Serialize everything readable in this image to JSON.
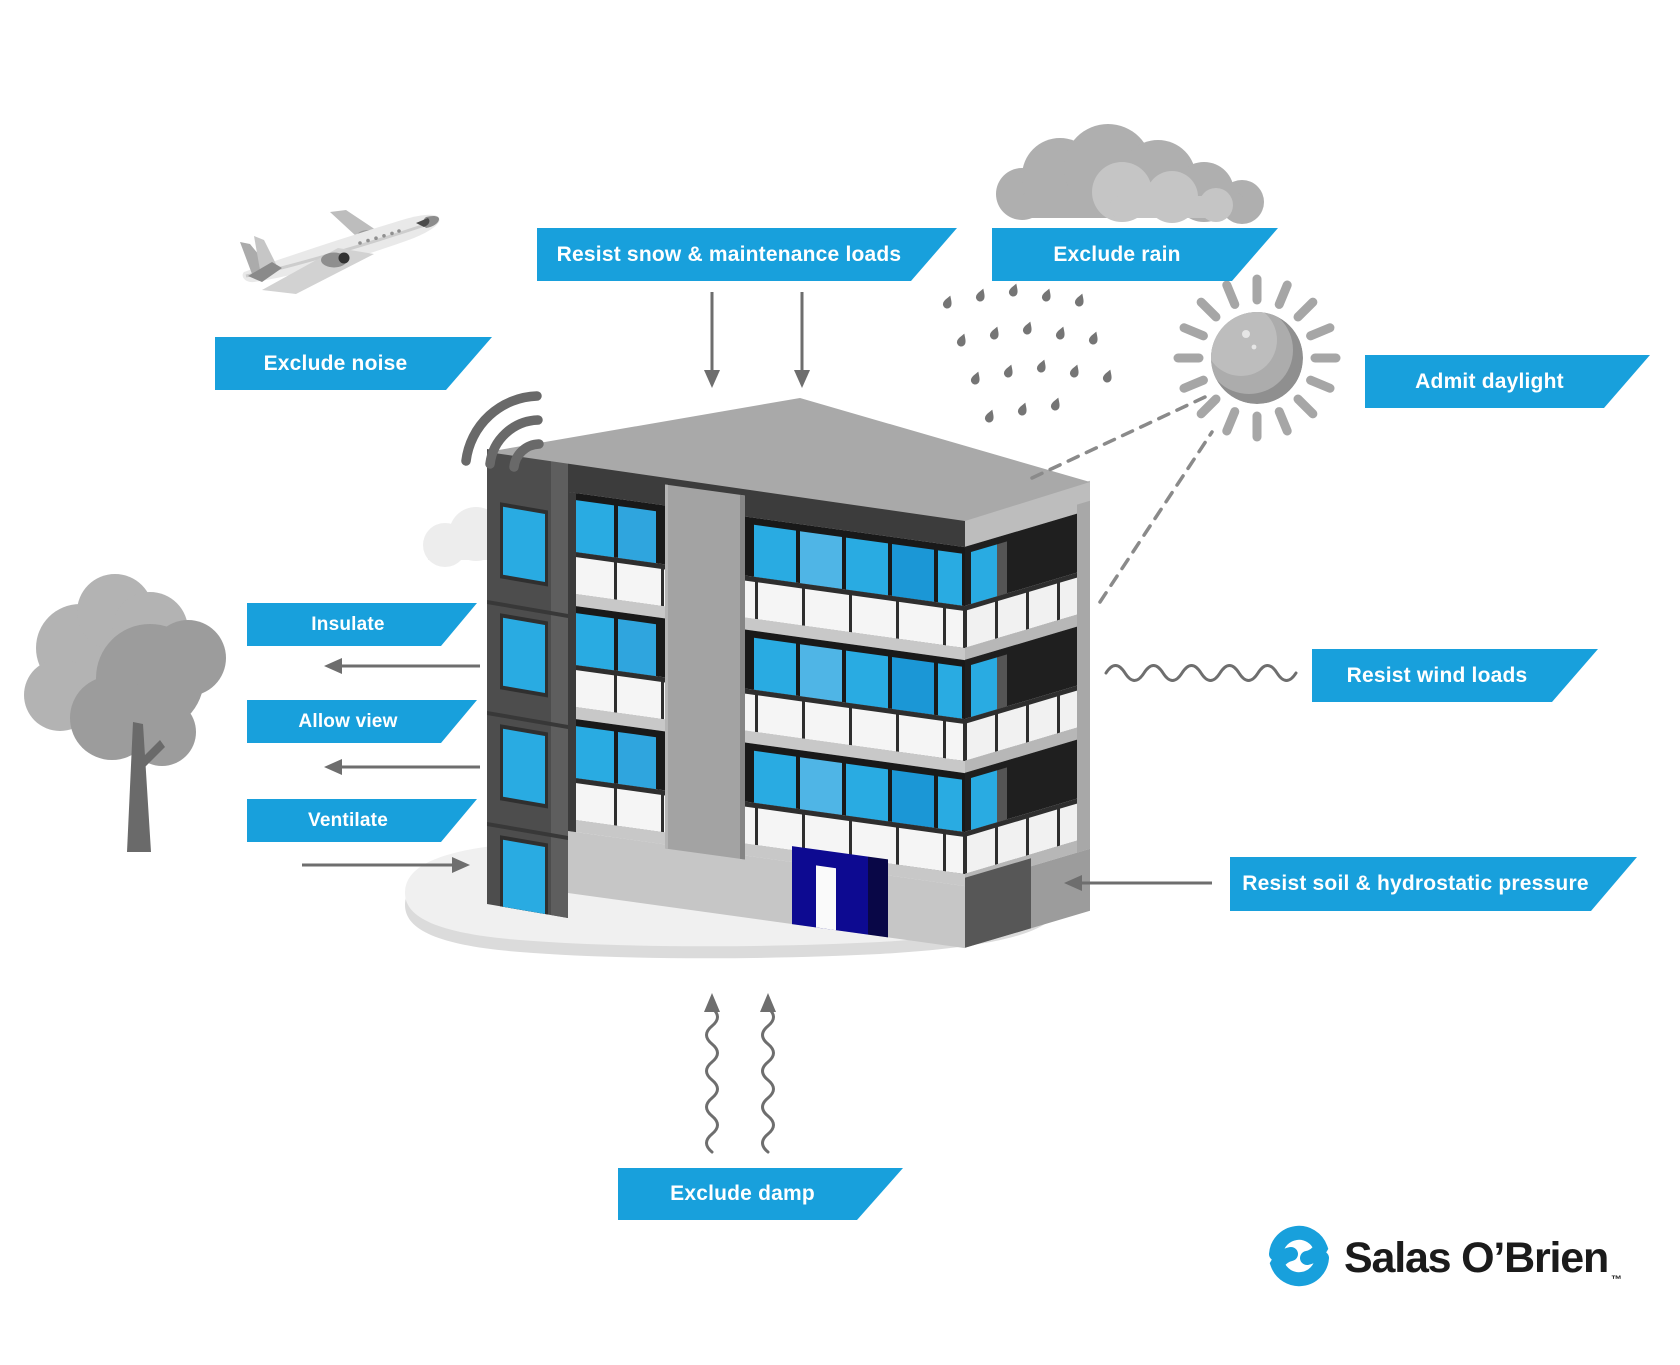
{
  "page": {
    "background": "#FFFFFF"
  },
  "banners": {
    "snow": {
      "label": "Resist snow & maintenance loads"
    },
    "rain": {
      "label": "Exclude rain"
    },
    "noise": {
      "label": "Exclude noise"
    },
    "daylight": {
      "label": "Admit daylight"
    },
    "insulate": {
      "label": "Insulate"
    },
    "allow_view": {
      "label": "Allow view"
    },
    "ventilate": {
      "label": "Ventilate"
    },
    "wind": {
      "label": "Resist wind loads"
    },
    "soil": {
      "label": "Resist soil & hydrostatic pressure"
    },
    "damp": {
      "label": "Exclude damp"
    }
  },
  "logo": {
    "name": "Salas O’Brien",
    "trademark": "™"
  },
  "colors": {
    "banner_blue": "#18A0DC",
    "window_blue": "#29ABE2",
    "entrance_navy": "#0D0A91",
    "building_dark": "#4D4D4D",
    "arrow_gray": "#6E6E6E",
    "ground_gray": "#EFEFEF"
  },
  "icons": {
    "noise_source": "airplane-icon",
    "noise_waves": "sound-waves-icon",
    "rain_source": "rain-cloud-icon",
    "rain": "rain-drops-icon",
    "daylight_source": "sun-icon",
    "nature": "tree-icon",
    "subject": "building-icon",
    "ground": "ground-icon",
    "brand": "salas-obrien-logo-mark"
  }
}
